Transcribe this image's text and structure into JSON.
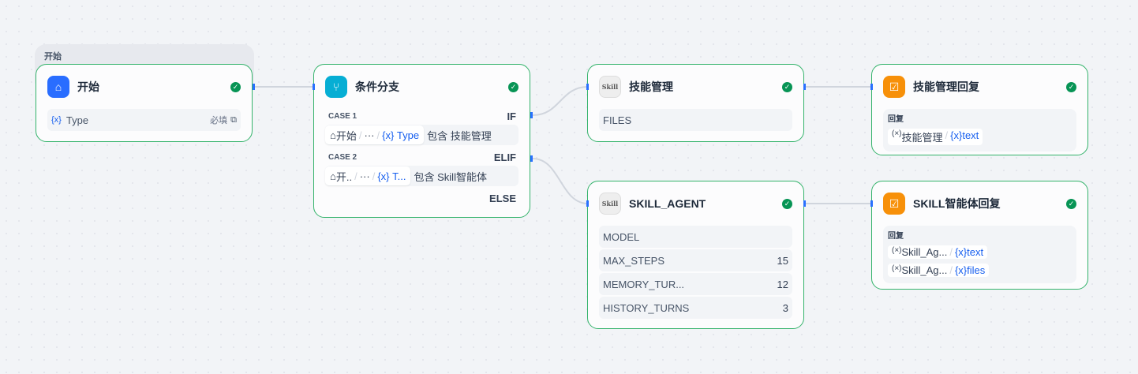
{
  "group": {
    "label": "开始"
  },
  "start": {
    "title": "开始",
    "var_icon": "{x}",
    "var": "Type",
    "required": "必填"
  },
  "condition": {
    "title": "条件分支",
    "cases": [
      {
        "label": "CASE 1",
        "branch": "IF",
        "path": [
          "开始",
          "···"
        ],
        "var": "Type",
        "op": "包含",
        "value": "技能管理"
      },
      {
        "label": "CASE 2",
        "branch": "ELIF",
        "path": [
          "开..",
          "···"
        ],
        "var": "T...",
        "op": "包含",
        "value": "Skill智能体"
      }
    ],
    "else": "ELSE"
  },
  "skill_mgmt": {
    "icon_text": "Skill",
    "title": "技能管理",
    "rows": [
      {
        "name": "FILES",
        "value": ""
      }
    ]
  },
  "skill_agent": {
    "icon_text": "Skill",
    "title": "SKILL_AGENT",
    "rows": [
      {
        "name": "MODEL",
        "value": ""
      },
      {
        "name": "MAX_STEPS",
        "value": "15"
      },
      {
        "name": "MEMORY_TUR...",
        "value": "12"
      },
      {
        "name": "HISTORY_TURNS",
        "value": "3"
      }
    ]
  },
  "reply1": {
    "title": "技能管理回复",
    "label": "回复",
    "items": [
      {
        "src": "技能管理",
        "var": "text"
      }
    ]
  },
  "reply2": {
    "title": "SKILL智能体回复",
    "label": "回复",
    "items": [
      {
        "src": "Skill_Ag...",
        "var": "text"
      },
      {
        "src": "Skill_Ag...",
        "var": "files"
      }
    ]
  },
  "colors": {
    "accent": "#155eef",
    "border": "#34b36b",
    "start": "#296dff",
    "condition": "#06aed4",
    "reply": "#f79009"
  }
}
